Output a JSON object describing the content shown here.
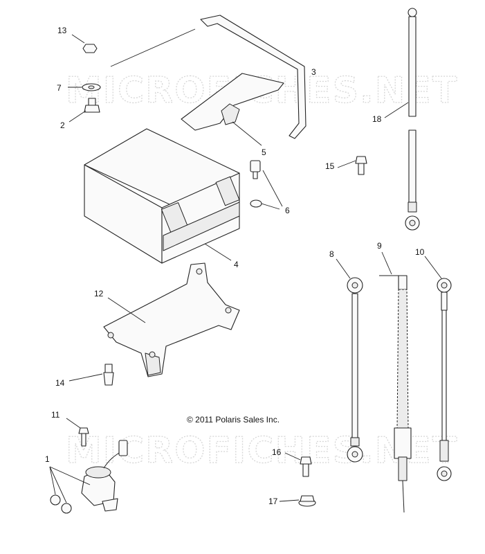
{
  "copyright": "© 2011 Polaris Sales Inc.",
  "watermark": "MICROFICHES.NET",
  "callouts": {
    "c1": "1",
    "c2": "2",
    "c3": "3",
    "c4": "4",
    "c5": "5",
    "c6": "6",
    "c7": "7",
    "c8": "8",
    "c9": "9",
    "c10": "10",
    "c11": "11",
    "c12": "12",
    "c13": "13",
    "c14": "14",
    "c15": "15",
    "c16": "16",
    "c17": "17",
    "c18": "18"
  }
}
